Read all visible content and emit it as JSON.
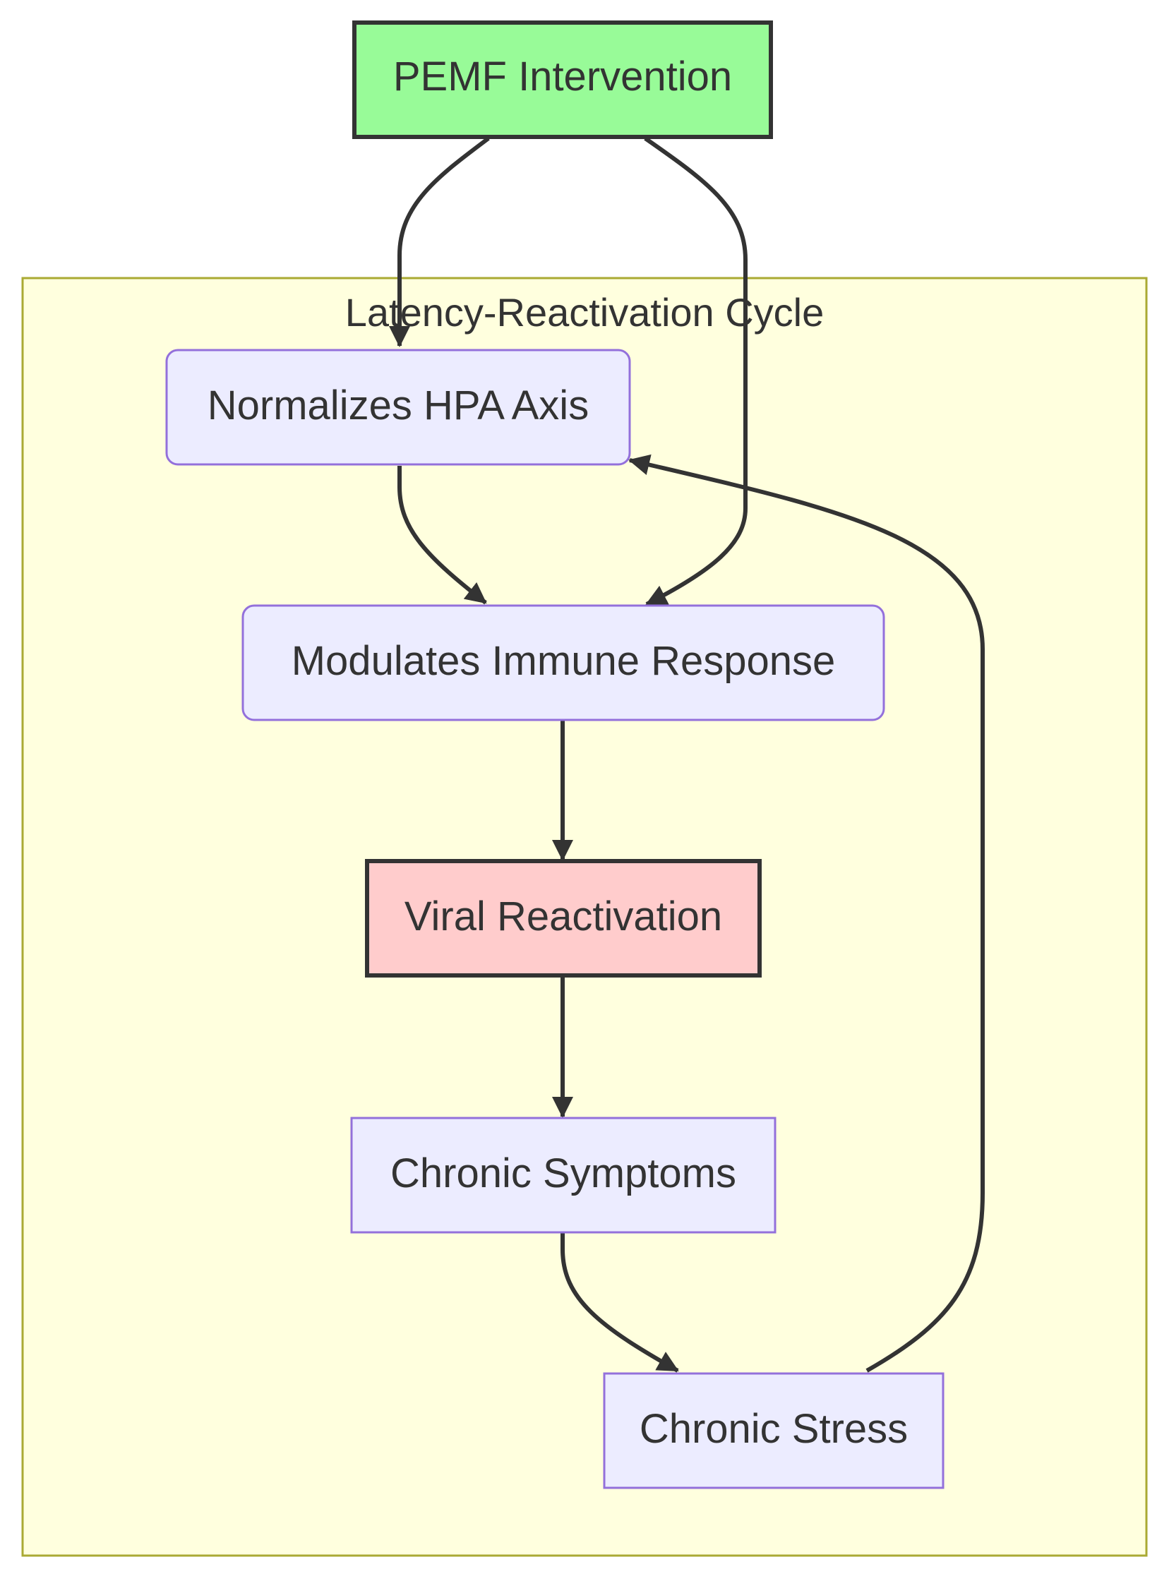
{
  "diagram": {
    "subgraph": {
      "label": "Latency-Reactivation Cycle",
      "fill": "#ffffde",
      "stroke": "#aaaa33"
    },
    "nodes": {
      "pemf": {
        "label": "PEMF Intervention",
        "fill": "#98fb98",
        "stroke": "#333333"
      },
      "hpa": {
        "label": "Normalizes HPA Axis",
        "fill": "#ececff",
        "stroke": "#9370db"
      },
      "immune": {
        "label": "Modulates Immune Response",
        "fill": "#ececff",
        "stroke": "#9370db"
      },
      "viral": {
        "label": "Viral Reactivation",
        "fill": "#ffcccc",
        "stroke": "#333333"
      },
      "symptoms": {
        "label": "Chronic Symptoms",
        "fill": "#ececff",
        "stroke": "#9370db"
      },
      "stress": {
        "label": "Chronic Stress",
        "fill": "#ececff",
        "stroke": "#9370db"
      }
    },
    "edges": [
      {
        "from": "PEMF Intervention",
        "to": "Normalizes HPA Axis"
      },
      {
        "from": "PEMF Intervention",
        "to": "Modulates Immune Response"
      },
      {
        "from": "Normalizes HPA Axis",
        "to": "Modulates Immune Response"
      },
      {
        "from": "Modulates Immune Response",
        "to": "Viral Reactivation"
      },
      {
        "from": "Viral Reactivation",
        "to": "Chronic Symptoms"
      },
      {
        "from": "Chronic Symptoms",
        "to": "Chronic Stress"
      },
      {
        "from": "Chronic Stress",
        "to": "Normalizes HPA Axis"
      }
    ],
    "edge_color": "#333333"
  }
}
